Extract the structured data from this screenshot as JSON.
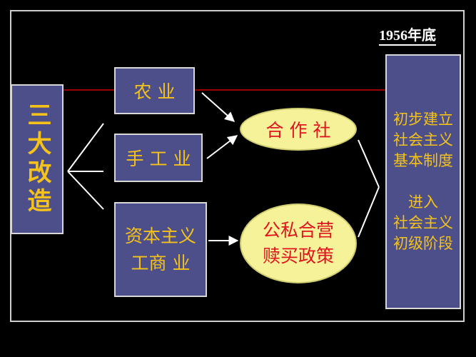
{
  "year_label": "1956年底",
  "root": {
    "label": "三大改造"
  },
  "sectors": {
    "agriculture": "农 业",
    "handicraft": "手 工 业",
    "capitalist_line1": "资本主义",
    "capitalist_line2": "工商 业"
  },
  "methods": {
    "cooperative": "合 作 社",
    "jointventure_line1": "公私合营",
    "jointventure_line2": "赎买政策"
  },
  "result": {
    "line1": "初步建立",
    "line2": "社会主义",
    "line3": "基本制度",
    "line4": "进入",
    "line5": "社会主义",
    "line6": "初级阶段"
  },
  "colors": {
    "box_fill": "#4c4f8a",
    "gold_text": "#f4c21a",
    "ellipse_fill": "#f5f29a",
    "ellipse_text": "#e0141e",
    "accent_line": "#cc0000"
  }
}
